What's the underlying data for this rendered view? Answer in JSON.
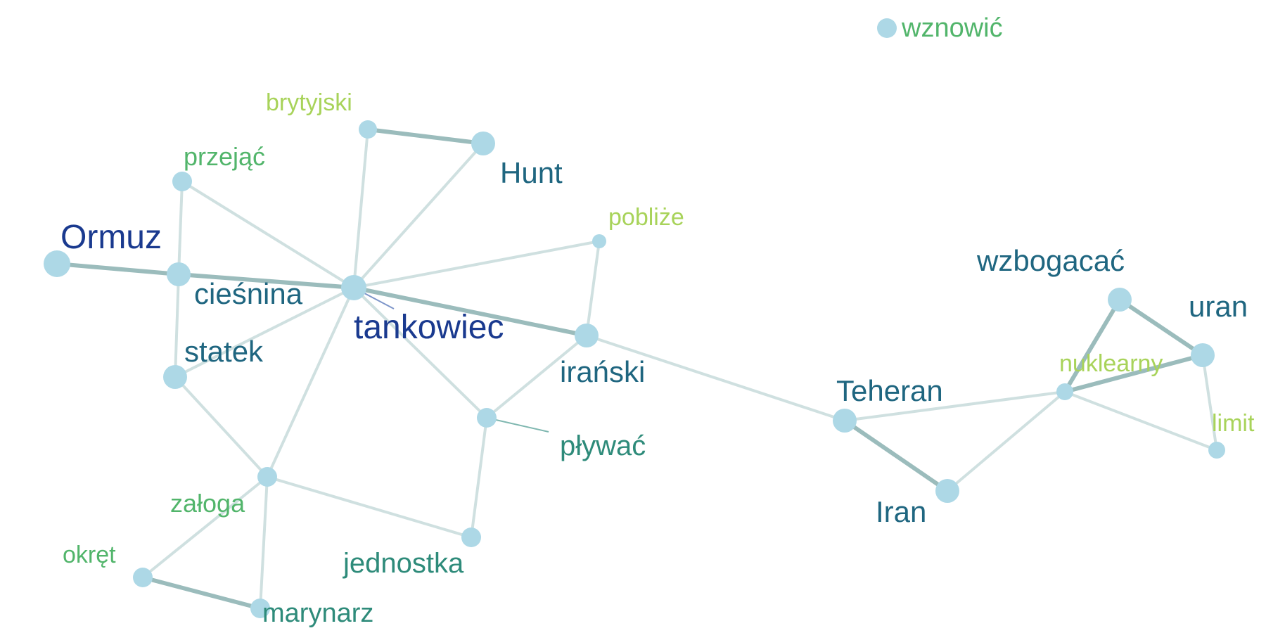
{
  "colors": {
    "node_fill": "#add8e6",
    "edge_strong": "#9bbcbc",
    "edge_weak": "#cfe0e0",
    "label_dark_blue": "#1a3a8f",
    "label_blue": "#1f6680",
    "label_teal": "#2e8b7a",
    "label_green": "#52b56b",
    "label_lime": "#a8d35a"
  },
  "graph": {
    "nodes": [
      {
        "id": "tankowiec",
        "label": "tankowiec",
        "size": "large",
        "label_color": "label_dark_blue"
      },
      {
        "id": "ormuz",
        "label": "Ormuz",
        "size": "large",
        "label_color": "label_dark_blue"
      },
      {
        "id": "ciesnina",
        "label": "cieśnina",
        "size": "large",
        "label_color": "label_blue"
      },
      {
        "id": "iranski",
        "label": "irański",
        "size": "large",
        "label_color": "label_blue"
      },
      {
        "id": "statek",
        "label": "statek",
        "size": "large",
        "label_color": "label_blue"
      },
      {
        "id": "hunt",
        "label": "Hunt",
        "size": "large",
        "label_color": "label_blue"
      },
      {
        "id": "teheran",
        "label": "Teheran",
        "size": "large",
        "label_color": "label_blue"
      },
      {
        "id": "wzbogacac",
        "label": "wzbogacać",
        "size": "large",
        "label_color": "label_blue"
      },
      {
        "id": "uran",
        "label": "uran",
        "size": "large",
        "label_color": "label_blue"
      },
      {
        "id": "iran",
        "label": "Iran",
        "size": "large",
        "label_color": "label_blue"
      },
      {
        "id": "plywac",
        "label": "pływać",
        "size": "medium",
        "label_color": "label_teal"
      },
      {
        "id": "jednostka",
        "label": "jednostka",
        "size": "medium",
        "label_color": "label_teal"
      },
      {
        "id": "marynarz",
        "label": "marynarz",
        "size": "medium",
        "label_color": "label_teal"
      },
      {
        "id": "przejac",
        "label": "przejąć",
        "size": "medium",
        "label_color": "label_green"
      },
      {
        "id": "zaloga",
        "label": "załoga",
        "size": "medium",
        "label_color": "label_green"
      },
      {
        "id": "okret",
        "label": "okręt",
        "size": "medium",
        "label_color": "label_green"
      },
      {
        "id": "wznowic",
        "label": "wznowić",
        "size": "medium",
        "label_color": "label_green"
      },
      {
        "id": "brytyjski",
        "label": "brytyjski",
        "size": "small",
        "label_color": "label_lime"
      },
      {
        "id": "pobliże",
        "label": "pobliże",
        "size": "small",
        "label_color": "label_lime"
      },
      {
        "id": "nuklearny",
        "label": "nuklearny",
        "size": "small",
        "label_color": "label_lime"
      },
      {
        "id": "limit",
        "label": "limit",
        "size": "small",
        "label_color": "label_lime"
      }
    ],
    "edges": [
      {
        "source": "ormuz",
        "target": "ciesnina",
        "strength": "strong"
      },
      {
        "source": "ciesnina",
        "target": "tankowiec",
        "strength": "strong"
      },
      {
        "source": "tankowiec",
        "target": "iranski",
        "strength": "strong"
      },
      {
        "source": "iranski",
        "target": "teheran",
        "strength": "weak"
      },
      {
        "source": "brytyjski",
        "target": "hunt",
        "strength": "strong"
      },
      {
        "source": "brytyjski",
        "target": "tankowiec",
        "strength": "weak"
      },
      {
        "source": "hunt",
        "target": "tankowiec",
        "strength": "weak"
      },
      {
        "source": "przejac",
        "target": "tankowiec",
        "strength": "weak"
      },
      {
        "source": "przejac",
        "target": "ciesnina",
        "strength": "weak"
      },
      {
        "source": "ciesnina",
        "target": "statek",
        "strength": "weak"
      },
      {
        "source": "statek",
        "target": "tankowiec",
        "strength": "weak"
      },
      {
        "source": "statek",
        "target": "zaloga",
        "strength": "weak"
      },
      {
        "source": "tankowiec",
        "target": "zaloga",
        "strength": "weak"
      },
      {
        "source": "tankowiec",
        "target": "pobliże",
        "strength": "weak"
      },
      {
        "source": "pobliże",
        "target": "iranski",
        "strength": "weak"
      },
      {
        "source": "tankowiec",
        "target": "plywac",
        "strength": "weak"
      },
      {
        "source": "iranski",
        "target": "plywac",
        "strength": "weak"
      },
      {
        "source": "plywac",
        "target": "jednostka",
        "strength": "weak"
      },
      {
        "source": "zaloga",
        "target": "jednostka",
        "strength": "weak"
      },
      {
        "source": "zaloga",
        "target": "okret",
        "strength": "weak"
      },
      {
        "source": "zaloga",
        "target": "marynarz",
        "strength": "weak"
      },
      {
        "source": "okret",
        "target": "marynarz",
        "strength": "strong"
      },
      {
        "source": "teheran",
        "target": "iran",
        "strength": "strong"
      },
      {
        "source": "teheran",
        "target": "nuklearny",
        "strength": "weak"
      },
      {
        "source": "iran",
        "target": "nuklearny",
        "strength": "weak"
      },
      {
        "source": "nuklearny",
        "target": "wzbogacac",
        "strength": "strong"
      },
      {
        "source": "nuklearny",
        "target": "uran",
        "strength": "strong"
      },
      {
        "source": "wzbogacac",
        "target": "uran",
        "strength": "strong"
      },
      {
        "source": "uran",
        "target": "limit",
        "strength": "weak"
      },
      {
        "source": "nuklearny",
        "target": "limit",
        "strength": "weak"
      }
    ]
  }
}
